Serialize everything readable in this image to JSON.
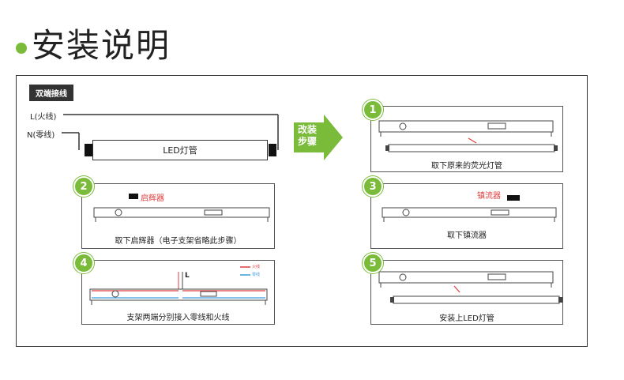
{
  "page_title": "安装说明",
  "wiring": {
    "tag": "双端接线",
    "live": "L(火线)",
    "neutral": "N(零线)",
    "tube_label": "LED灯管"
  },
  "arrow_text_line1": "改装",
  "arrow_text_line2": "步骤",
  "steps": [
    {
      "num": "1",
      "caption": "取下原来的荧光灯管"
    },
    {
      "num": "2",
      "caption": "取下启辉器（电子支架省略此步骤）",
      "callout": "启辉器"
    },
    {
      "num": "3",
      "caption": "取下镇流器",
      "callout": "镇流器"
    },
    {
      "num": "4",
      "caption": "支架两端分别接入零线和火线",
      "legend_live": "火线",
      "legend_neutral": "零线",
      "mark_l": "L"
    },
    {
      "num": "5",
      "caption": "安装上LED灯管"
    }
  ],
  "colors": {
    "accent": "#7bbb3a",
    "live": "#e23b3b",
    "neutral": "#3a9ad9"
  }
}
